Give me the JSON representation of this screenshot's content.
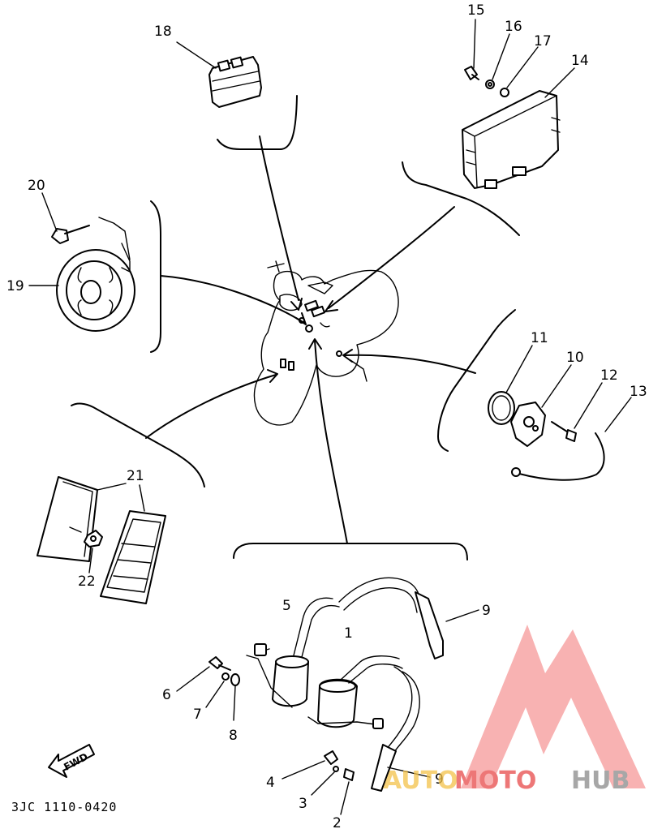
{
  "diagram": {
    "code": "3JC 1110-0420",
    "fwd_label": "FWD",
    "callouts": [
      "1",
      "2",
      "3",
      "4",
      "5",
      "6",
      "7",
      "8",
      "9",
      "9",
      "10",
      "11",
      "12",
      "13",
      "14",
      "15",
      "16",
      "17",
      "18",
      "19",
      "20",
      "21",
      "22"
    ]
  },
  "watermark": {
    "text_auto": "AUTO",
    "text_moto": "MOTO",
    "text_hub": "HUB",
    "colors": {
      "auto": "#f4c24a",
      "moto": "#e84a4a",
      "hub": "#8a8a8a",
      "triangle": "#ee4444"
    }
  }
}
